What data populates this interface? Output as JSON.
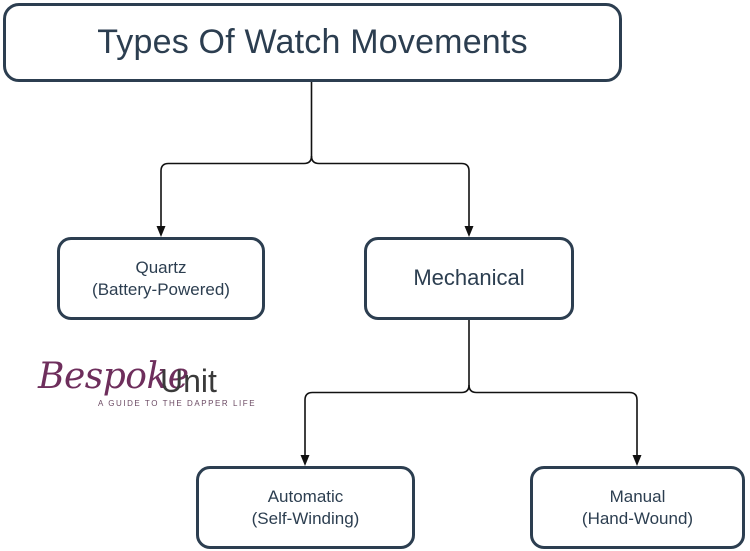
{
  "diagram": {
    "title": "Types Of Watch Movements",
    "background_color": "#ffffff",
    "node_border_color": "#2c3e50",
    "node_text_color": "#2c3e50",
    "connector_color": "#111111",
    "nodes": {
      "root": {
        "label": "Types Of Watch Movements"
      },
      "quartz": {
        "line1": "Quartz",
        "line2": "(Battery-Powered)"
      },
      "mechanical": {
        "label": "Mechanical"
      },
      "automatic": {
        "line1": "Automatic",
        "line2": "(Self-Winding)"
      },
      "manual": {
        "line1": "Manual",
        "line2": "(Hand-Wound)"
      }
    }
  },
  "logo": {
    "word_script": "Bespoke",
    "word_plain": "Unit",
    "tagline": "A GUIDE TO THE DAPPER LIFE",
    "script_color": "#6e2e5c",
    "plain_color": "#3a3a3a",
    "tagline_color": "#6b4a63"
  }
}
